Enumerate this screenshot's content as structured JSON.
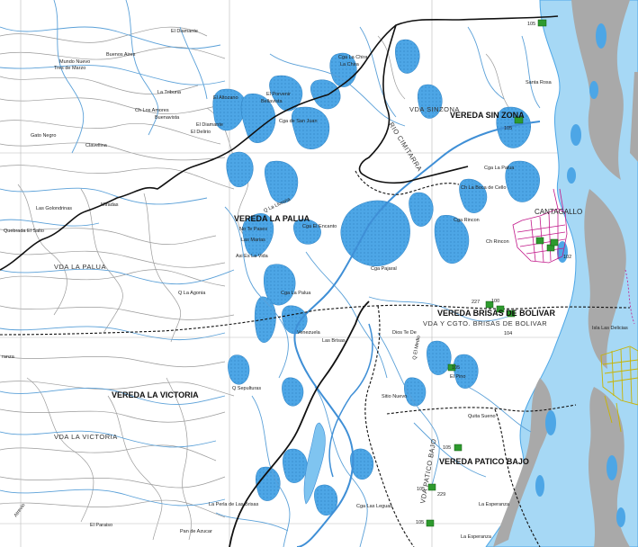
{
  "map": {
    "colors": {
      "water": "#4da6e6",
      "river": "#a6d8f5",
      "sandbar": "#a9a9a9",
      "contour": "#9a9a9a",
      "stream": "#5aa0d8",
      "boundary": "#111111",
      "urban": "#c2188a",
      "town": "#c8b400",
      "marker": "#2e9a2e",
      "grid": "#bbbbbb"
    },
    "regions": {
      "vereda_sin_zona": "VEREDA SIN ZONA",
      "vda_sinzona": "VDA SINZONA",
      "vereda_la_palua": "VEREDA LA PALUA",
      "vda_la_palua": "VDA LA PALUA",
      "vereda_brisas": "VEREDA BRISAS DE BOLIVAR",
      "vda_brisas": "VDA Y CGTO. BRISAS DE BOLIVAR",
      "vereda_la_victoria": "VEREDA LA VICTORIA",
      "vda_la_victoria": "VDA LA VICTORIA",
      "vereda_patico_bajo": "VEREDA PATICO BAJO",
      "vda_patico_bajo": "VDA PATICO BAJO"
    },
    "rivers": {
      "rio_cimitarra": "RIO CIMITARRA"
    },
    "places": {
      "el_diamante_top": "El Diamante",
      "mundo_nuevo": "Mundo Nuevo",
      "tres_de_marzo": "Tres de Marzo",
      "buenos_aires": "Buenos Aires",
      "la_tribuna": "La Tribuna",
      "el_altozano": "El Altozano",
      "el_porvenir": "El Porvenir",
      "bellavista": "Bellavista",
      "cga_san_juan": "Cga de San Juan",
      "ch_los_amores": "Ch Los Amores",
      "buenavista": "Buenavista",
      "el_diamante": "El Diamante",
      "el_delirio": "El Delirio",
      "gato_negro": "Gato Negro",
      "clavellina": "Clavellina",
      "cga_la_chira": "Cga La Chira",
      "la_chira": "La Chira",
      "santa_rosa": "Santa Rosa",
      "las_golondrinas": "Las Golondrinas",
      "miradas": "Miradas",
      "quebrada_el_salto": "Quebrada El Salto",
      "cga_la_palua": "Cga La Palua",
      "ch_la_boca": "Ch La Boca de Cello",
      "cga_rincon": "Cga Rincon",
      "ch_rincon": "Ch Rincon",
      "cantagallo": "CANTAGALLO",
      "cga_el_encanto": "Cga El Encanto",
      "cga_pajaral": "Cga Pajaral",
      "las_marias": "Las Marias",
      "asi_es_la_vida": "Asi Es La Vida",
      "no_te_pases": "No Te Pases",
      "q_la_agonia": "Q La Agonia",
      "cga_la_palua_2": "Cga La Palua",
      "venezuela": "Venezuela",
      "las_brisas": "Las Brisas",
      "dios_te_de": "Dios Te De",
      "las_delicias": "Isla Las Delicias",
      "el_pino": "El Pino",
      "q_sepulturas": "Q Sepulturas",
      "sitio_nuevo": "Sitio Nuevo",
      "quita_sueno": "Quita Sueno",
      "la_esperanza": "La Esperanza",
      "la_esperanza_2": "La Esperanza",
      "cga_las_leguas": "Cga Las Leguas",
      "la_perla": "La Perla de Las Brisas",
      "pan_de_azucar": "Pan de Azucar",
      "q_llorona": "Q La Llorona",
      "atrevio": "Atrevio",
      "ranza": "ranza",
      "el_paraiso": "El Paraiso",
      "q_el_medio": "Q El Medio"
    },
    "markers": {
      "m105_top": "105",
      "m105_sin_zona": "105",
      "m227": "227",
      "m100": "100",
      "m104": "104",
      "m102": "102",
      "m105_pino": "105",
      "m105_quita": "105",
      "m105_patico": "105",
      "m229": "229",
      "m105_bottom": "105"
    }
  }
}
